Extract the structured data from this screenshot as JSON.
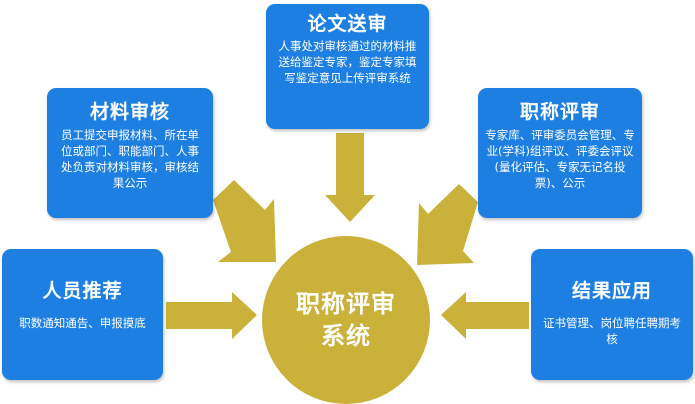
{
  "colors": {
    "box": "#1e7fe3",
    "accent": "#c9b13a",
    "text": "#ffffff"
  },
  "center": {
    "line1": "职称评审",
    "line2": "系统"
  },
  "nodes": {
    "top": {
      "title": "论文送审",
      "desc": "人事处对审核通过的材料推送给鉴定专家，鉴定专家填写鉴定意见上传评审系统"
    },
    "left_top": {
      "title": "材料审核",
      "desc": "员工提交申报材料、所在单位或部门、职能部门、人事处负责对材料审核，审核结果公示"
    },
    "right_top": {
      "title": "职称评审",
      "desc": "专家库、评审委员会管理、专业(学科)组评议、评委会评议(量化评估、专家无记名投票)、公示"
    },
    "left": {
      "title": "人员推荐",
      "desc": "职数通知通告、申报摸底"
    },
    "right": {
      "title": "结果应用",
      "desc": "证书管理、岗位聘任聘期考核"
    }
  }
}
